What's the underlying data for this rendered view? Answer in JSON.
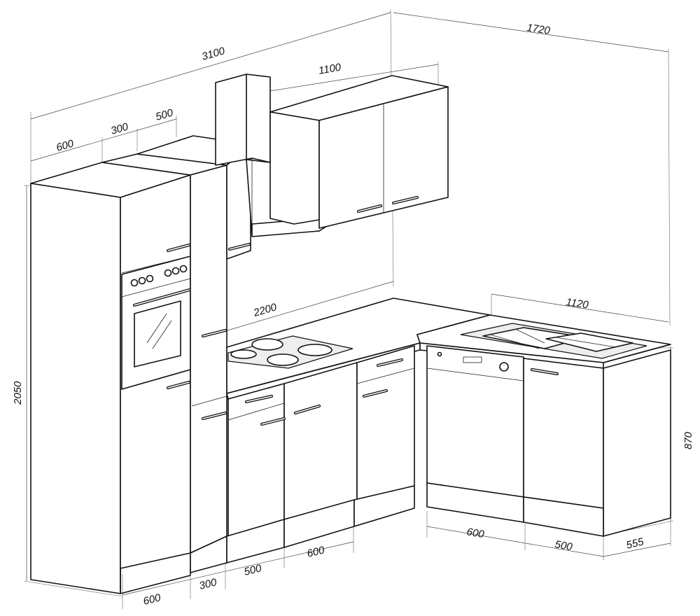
{
  "dimensions": {
    "total_left_width": "3100",
    "top_600": "600",
    "top_300": "300",
    "top_500": "500",
    "wall_cabinet_width": "1100",
    "right_wall_length": "1720",
    "counter_length_left": "2200",
    "counter_length_right": "1120",
    "total_height": "2050",
    "base_height": "870",
    "bottom_600_tall": "600",
    "bottom_300": "300",
    "bottom_500": "500",
    "bottom_600": "600",
    "right_600": "600",
    "right_500": "500",
    "depth_555": "555"
  },
  "colors": {
    "line": "#111111",
    "background": "#ffffff"
  }
}
